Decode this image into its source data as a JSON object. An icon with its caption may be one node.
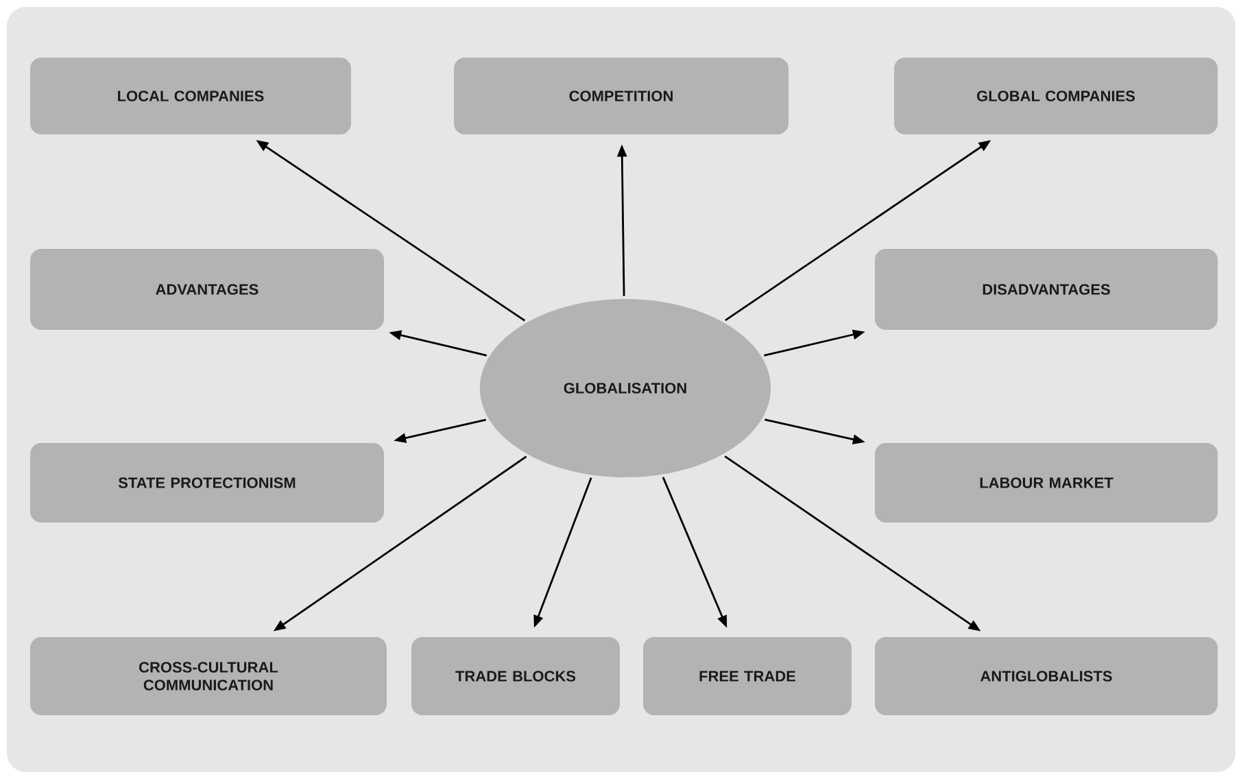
{
  "diagram": {
    "nodes": [
      {
        "text": [
          "LOCAL COMPANIES"
        ]
      },
      {
        "text": [
          "COMPETITION"
        ]
      },
      {
        "text": [
          "GLOBAL COMPANIES"
        ]
      },
      {
        "text": [
          "ADVANTAGES"
        ]
      },
      {
        "text": [
          "GLOBALISATION"
        ]
      },
      {
        "text": [
          "DISADVANTAGES"
        ]
      },
      {
        "text": [
          "STATE PROTECTIONISM"
        ]
      },
      {
        "text": [
          "LABOUR MARKET"
        ]
      },
      {
        "text": [
          "CROSS-CULTURAL COMMUNICATION"
        ]
      },
      {
        "text": [
          "TRADE BLOCKS"
        ]
      },
      {
        "text": [
          "FREE TRADE"
        ]
      },
      {
        "text": [
          "ANTIGLOBALISTS"
        ]
      }
    ],
    "edges": [
      {
        "from": 4,
        "to": 0,
        "arrow": "to"
      },
      {
        "from": 4,
        "to": 1,
        "arrow": "to"
      },
      {
        "from": 4,
        "to": 2,
        "arrow": "to"
      },
      {
        "from": 4,
        "to": 3,
        "arrow": "to"
      },
      {
        "from": 4,
        "to": 5,
        "arrow": "to"
      },
      {
        "from": 4,
        "to": 6,
        "arrow": "to"
      },
      {
        "from": 4,
        "to": 7,
        "arrow": "to"
      },
      {
        "from": 4,
        "to": 8,
        "arrow": "to"
      },
      {
        "from": 4,
        "to": 9,
        "arrow": "to"
      },
      {
        "from": 4,
        "to": 10,
        "arrow": "to"
      },
      {
        "from": 4,
        "to": 11,
        "arrow": "to"
      }
    ]
  }
}
